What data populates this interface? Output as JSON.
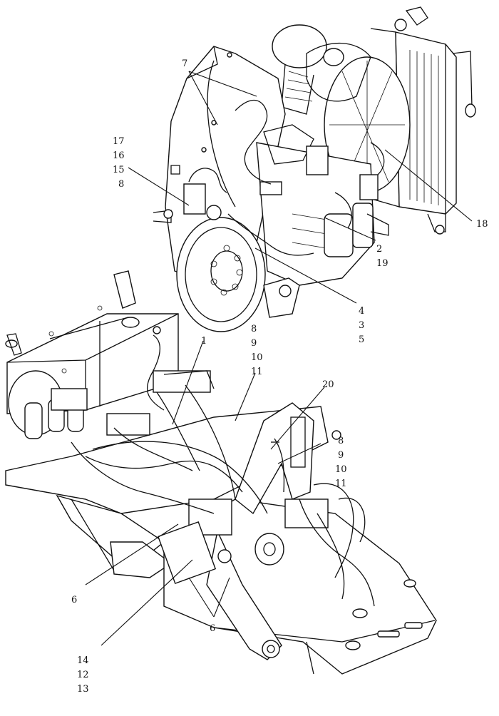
{
  "callouts": [
    {
      "id": "c7",
      "lines": [
        "7"
      ]
    },
    {
      "id": "c17",
      "lines": [
        "17",
        "16",
        "15",
        "8"
      ]
    },
    {
      "id": "c18",
      "lines": [
        "18"
      ]
    },
    {
      "id": "c2",
      "lines": [
        "2",
        "19"
      ]
    },
    {
      "id": "c4",
      "lines": [
        "4",
        "3",
        "5"
      ]
    },
    {
      "id": "c1",
      "lines": [
        "1"
      ]
    },
    {
      "id": "c8a",
      "lines": [
        "8",
        "9",
        "10",
        "11"
      ]
    },
    {
      "id": "c20",
      "lines": [
        "20"
      ]
    },
    {
      "id": "c8b",
      "lines": [
        "8",
        "9",
        "10",
        "11"
      ]
    },
    {
      "id": "c6a",
      "lines": [
        "6"
      ]
    },
    {
      "id": "c6b",
      "lines": [
        "6"
      ]
    },
    {
      "id": "c14",
      "lines": [
        "14",
        "12",
        "13"
      ]
    }
  ]
}
